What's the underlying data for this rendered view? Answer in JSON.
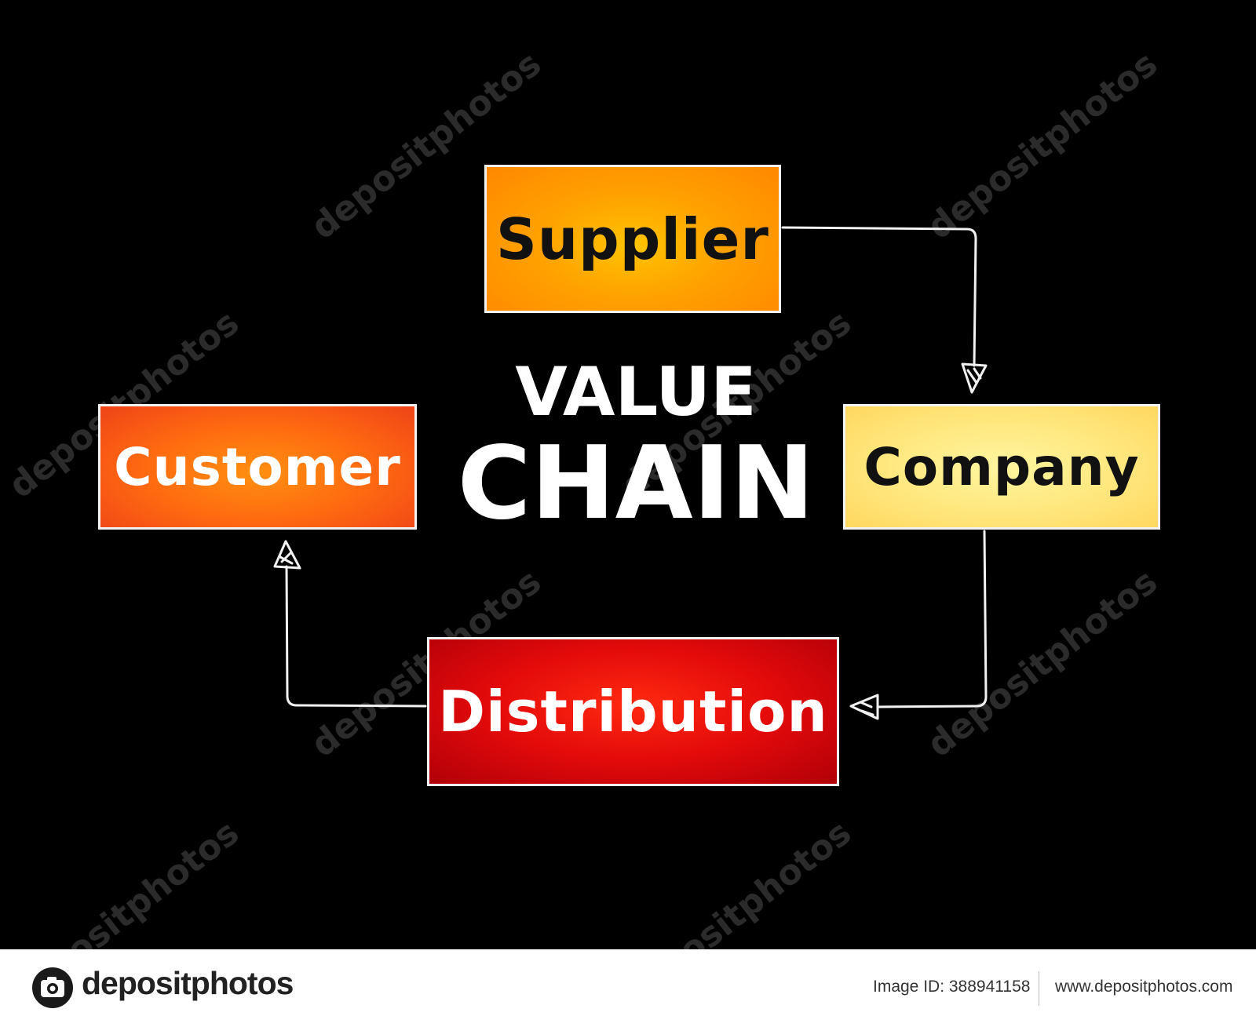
{
  "diagram": {
    "title": {
      "line1": "VALUE",
      "line2": "CHAIN"
    },
    "nodes": {
      "supplier": "Supplier",
      "company": "Company",
      "distribution": "Distribution",
      "customer": "Customer"
    },
    "flow": [
      "Supplier",
      "Company",
      "Distribution",
      "Customer"
    ],
    "colors": {
      "background": "#000000",
      "supplier": "#ffa200",
      "company": "#ffe880",
      "distribution": "#e30a0a",
      "customer": "#ff6a10"
    }
  },
  "watermark": {
    "text": "depositphotos"
  },
  "footer": {
    "brand": "depositphotos",
    "image_id": "Image ID: 388941158",
    "url": "www.depositphotos.com"
  }
}
